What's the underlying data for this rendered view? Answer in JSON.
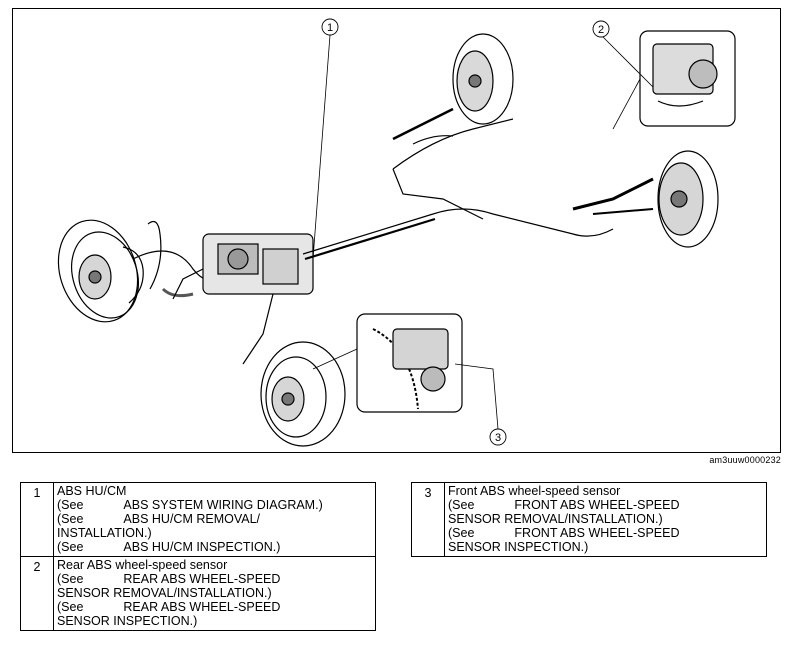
{
  "figure_id": "am3uuw0000232",
  "callouts": [
    "1",
    "2",
    "3"
  ],
  "legend_left": [
    {
      "number": "1",
      "title": "ABS HU/CM",
      "lines": [
        {
          "see": "(See",
          "text": "ABS SYSTEM WIRING DIAGRAM.)"
        },
        {
          "see": "(See",
          "text": "ABS HU/CM REMOVAL/"
        },
        {
          "see": "",
          "text": "INSTALLATION.)"
        },
        {
          "see": "(See",
          "text": "ABS HU/CM INSPECTION.)"
        }
      ]
    },
    {
      "number": "2",
      "title": "Rear ABS wheel-speed sensor",
      "lines": [
        {
          "see": "(See",
          "text": "REAR ABS WHEEL-SPEED"
        },
        {
          "see": "",
          "text": "SENSOR REMOVAL/INSTALLATION.)"
        },
        {
          "see": "(See",
          "text": "REAR ABS WHEEL-SPEED"
        },
        {
          "see": "",
          "text": "SENSOR INSPECTION.)"
        }
      ]
    }
  ],
  "legend_right": [
    {
      "number": "3",
      "title": "Front ABS wheel-speed sensor",
      "lines": [
        {
          "see": "(See",
          "text": "FRONT ABS WHEEL-SPEED"
        },
        {
          "see": "",
          "text": "SENSOR REMOVAL/INSTALLATION.)"
        },
        {
          "see": "(See",
          "text": "FRONT ABS WHEEL-SPEED"
        },
        {
          "see": "",
          "text": "SENSOR INSPECTION.)"
        }
      ]
    }
  ]
}
